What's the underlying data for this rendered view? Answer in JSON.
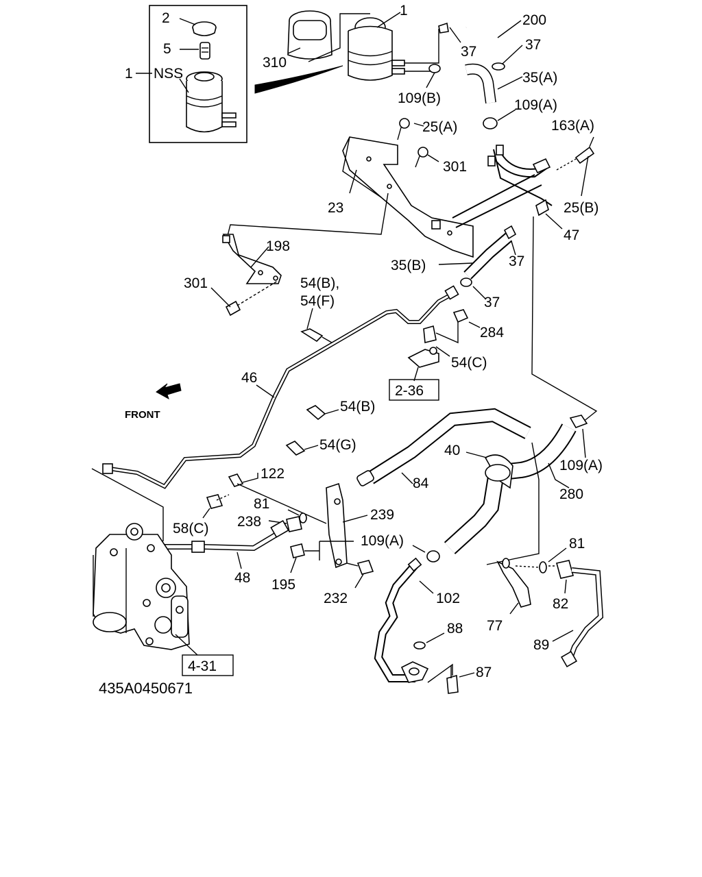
{
  "inset": {
    "callout": "1",
    "tag": "NSS",
    "parts": [
      "2",
      "5"
    ]
  },
  "labels": {
    "l310": "310",
    "l1": "1",
    "l200": "200",
    "l37a": "37",
    "l37b": "37",
    "l35a": "35(A)",
    "l109b": "109(B)",
    "l109a1": "109(A)",
    "l25a": "25(A)",
    "l163a": "163(A)",
    "l301a": "301",
    "l25b": "25(B)",
    "l23": "23",
    "l47": "47",
    "l198": "198",
    "l37c": "37",
    "l35b": "35(B)",
    "l301b": "301",
    "l54bf1": "54(B),",
    "l54bf2": "54(F)",
    "l37d": "37",
    "l284": "284",
    "l54c": "54(C)",
    "l46": "46",
    "l54b": "54(B)",
    "l54g": "54(G)",
    "l40": "40",
    "l109a2": "109(A)",
    "l84": "84",
    "l280": "280",
    "l122": "122",
    "l81a": "81",
    "l239": "239",
    "l238": "238",
    "l58c": "58(C)",
    "l109a3": "109(A)",
    "l81b": "81",
    "l48": "48",
    "l195": "195",
    "l102": "102",
    "l232": "232",
    "l82": "82",
    "l77": "77",
    "l88": "88",
    "l89": "89",
    "l87": "87"
  },
  "refs": {
    "r236": "2-36",
    "r431": "4-31"
  },
  "front_label": "FRONT",
  "drawing_code": "435A0450671"
}
